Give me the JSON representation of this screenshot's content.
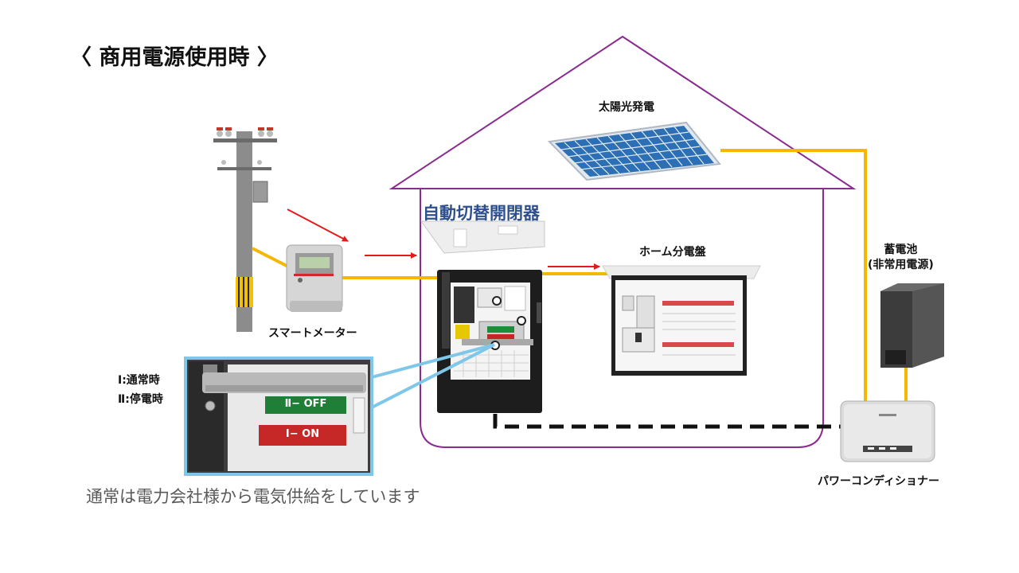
{
  "title": "〈 商用電源使用時 〉",
  "labels": {
    "ats": "自動切替開閉器",
    "solar": "太陽光発電",
    "home_panel": "ホーム分電盤",
    "battery_line1": "蓄電池",
    "battery_line2": "(非常用電源)",
    "smart_meter": "スマートメーター",
    "power_conditioner": "パワーコンディショナー",
    "mode_normal": "Ⅰ:通常時",
    "mode_outage": "Ⅱ:停電時"
  },
  "switch_plates": {
    "off": "Ⅱ− OFF",
    "on": "Ⅰ− ON"
  },
  "caption": "通常は電力会社様から電気供給をしています",
  "colors": {
    "power_line": "#f5b800",
    "flow_arrow": "#e31b1b",
    "house_outline": "#8a2b8f",
    "title_blue": "#2e4f8e",
    "callout": "#7ec7e8"
  }
}
